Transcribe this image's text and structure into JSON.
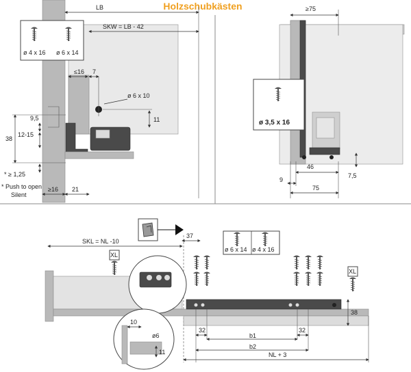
{
  "title": "Holzschubkästen",
  "colors": {
    "title": "#f0a020",
    "panel_border": "#444444",
    "section_line": "#8a8a8a",
    "rail_gray": "#b9b9b9",
    "rail_dark": "#4a4a4a"
  },
  "icons": [
    "screw-icon",
    "cabinet-arrow-icon"
  ],
  "top_left": {
    "lb": "LB",
    "skw": "SKW = LB - 42",
    "screw_a": "ø 4 x 16",
    "screw_b": "ø 6 x 14",
    "d_le16": "≤16",
    "d_7": "7",
    "d_hole": "ø 6 x 10",
    "d_11": "11",
    "d_95": "9,5",
    "d_1215": "12-15",
    "d_38": "38",
    "d_125": "* ≥ 1,25",
    "d_ge16": "≥16",
    "d_21": "21",
    "footnote_1": "* Push to open",
    "footnote_2": "Silent"
  },
  "top_right": {
    "d_ge75": "≥75",
    "screw": "ø 3,5 x 16",
    "d_46": "46",
    "d_9": "9",
    "d_75": "75",
    "d_7_5": "7,5"
  },
  "bottom": {
    "d_37": "37",
    "skl": "SKL = NL -10",
    "xl_left": "XL",
    "xl_right": "XL",
    "screw_a": "ø 6 x 14",
    "screw_b": "ø 4 x 16",
    "d_38": "38",
    "d_32_left": "32",
    "d_32_right": "32",
    "b1": "b1",
    "b2": "b2",
    "nl": "NL + 3",
    "d_10": "10",
    "d_ø6": "ø6",
    "d_11": "11"
  }
}
